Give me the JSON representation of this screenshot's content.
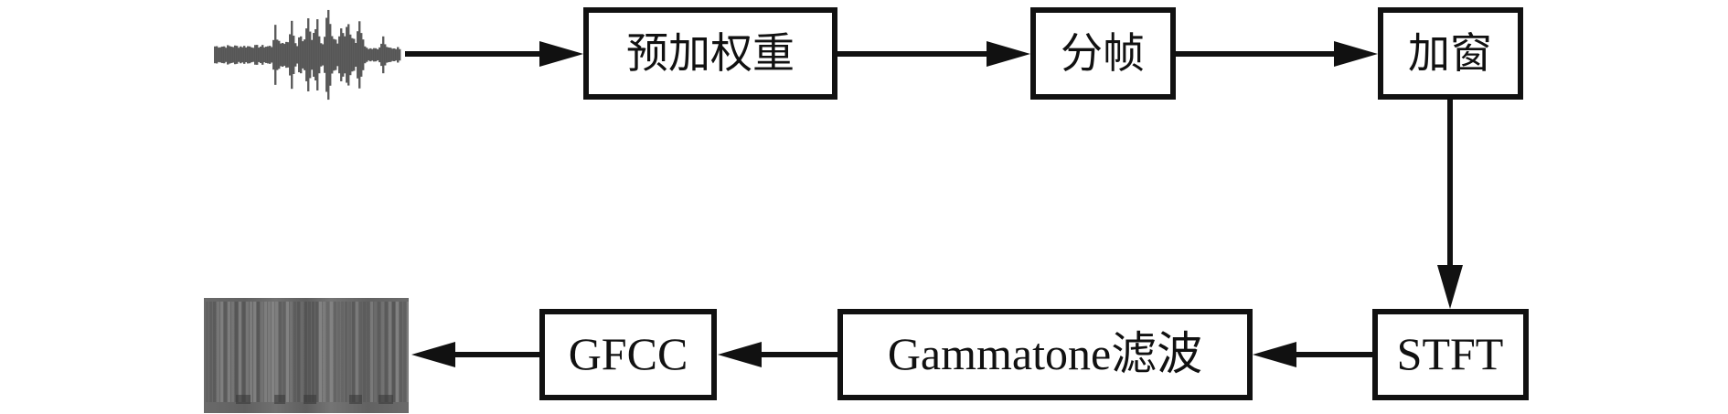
{
  "diagram": {
    "title": "GFCC feature extraction pipeline",
    "input": {
      "kind": "audio-waveform",
      "icon": "waveform-icon"
    },
    "output": {
      "kind": "feature-map",
      "icon": "spectrogram-icon"
    },
    "nodes": [
      {
        "id": "preemphasis",
        "label": "预加权重"
      },
      {
        "id": "framing",
        "label": "分帧"
      },
      {
        "id": "windowing",
        "label": "加窗"
      },
      {
        "id": "stft",
        "label": "STFT"
      },
      {
        "id": "gammatone",
        "label": "Gammatone滤波"
      },
      {
        "id": "gfcc",
        "label": "GFCC"
      }
    ],
    "edges": [
      {
        "from": "input",
        "to": "preemphasis"
      },
      {
        "from": "preemphasis",
        "to": "framing"
      },
      {
        "from": "framing",
        "to": "windowing"
      },
      {
        "from": "windowing",
        "to": "stft"
      },
      {
        "from": "stft",
        "to": "gammatone"
      },
      {
        "from": "gammatone",
        "to": "gfcc"
      },
      {
        "from": "gfcc",
        "to": "output"
      }
    ],
    "colors": {
      "stroke": "#111111",
      "spectrogram": "#676767",
      "waveform": "#4a4a4a"
    }
  }
}
